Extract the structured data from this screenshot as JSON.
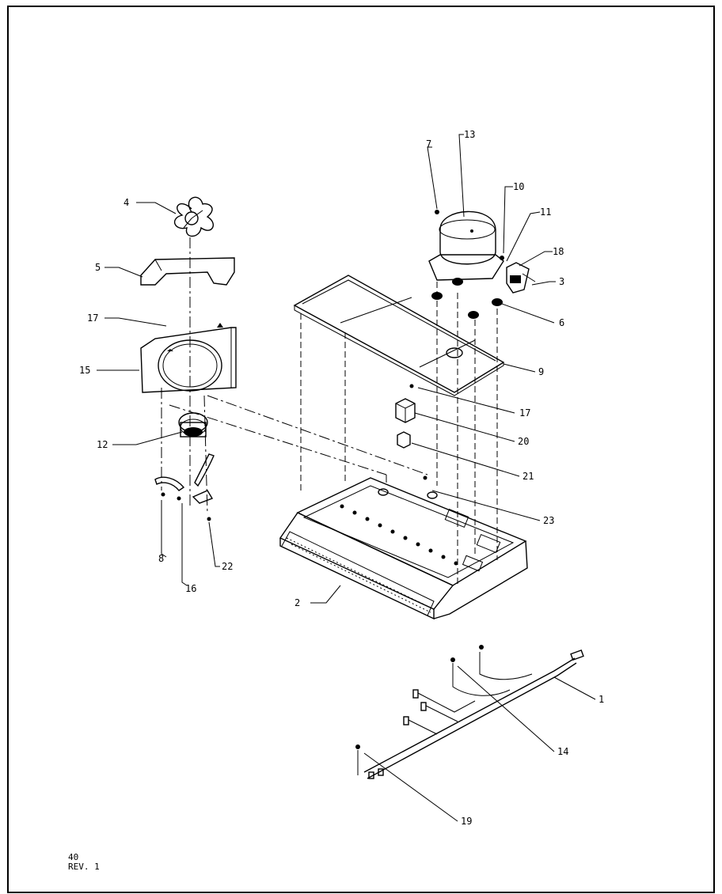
{
  "labels": {
    "p1": "1",
    "p2": "2",
    "p3": "3",
    "p4": "4",
    "p5": "5",
    "p6": "6",
    "p7": "7",
    "p8": "8",
    "p9": "9",
    "p10": "10",
    "p11": "11",
    "p12": "12",
    "p13": "13",
    "p14": "14",
    "p15": "15",
    "p16": "16",
    "p17a": "17",
    "p17b": "17",
    "p18": "18",
    "p19": "19",
    "p20": "20",
    "p21": "21",
    "p22": "22",
    "p23": "23"
  },
  "footer": {
    "page": "40",
    "rev": "REV. 1"
  }
}
